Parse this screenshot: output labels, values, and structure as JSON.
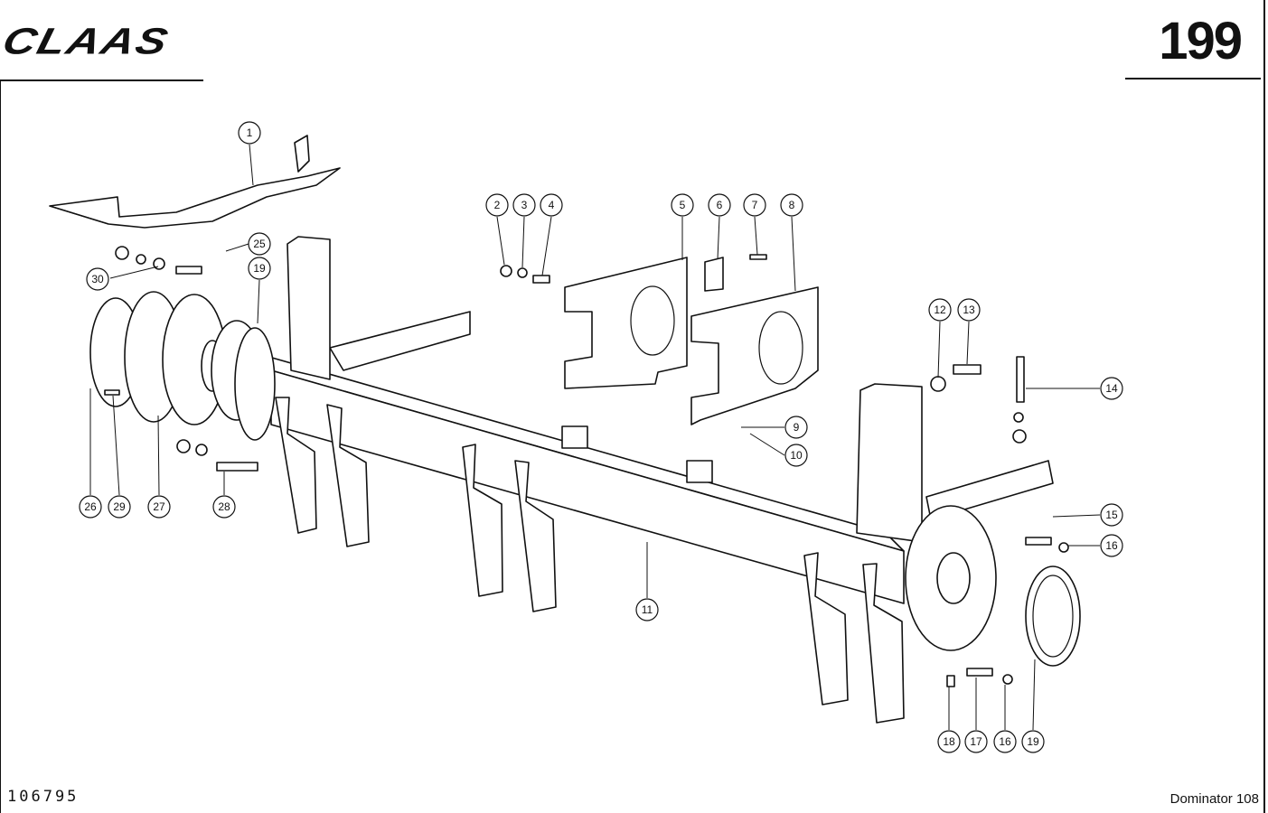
{
  "header": {
    "logo_text": "CLAAS",
    "page_number": "199"
  },
  "footer": {
    "drawing_number": "106795",
    "model": "Dominator 108"
  },
  "callouts": [
    {
      "label": "1"
    },
    {
      "label": "2"
    },
    {
      "label": "3"
    },
    {
      "label": "4"
    },
    {
      "label": "5"
    },
    {
      "label": "6"
    },
    {
      "label": "7"
    },
    {
      "label": "8"
    },
    {
      "label": "9"
    },
    {
      "label": "10"
    },
    {
      "label": "11"
    },
    {
      "label": "12"
    },
    {
      "label": "13"
    },
    {
      "label": "14"
    },
    {
      "label": "15"
    },
    {
      "label": "16"
    },
    {
      "label": "16"
    },
    {
      "label": "17"
    },
    {
      "label": "18"
    },
    {
      "label": "19"
    },
    {
      "label": "19"
    },
    {
      "label": "25"
    },
    {
      "label": "26"
    },
    {
      "label": "27"
    },
    {
      "label": "28"
    },
    {
      "label": "29"
    },
    {
      "label": "30"
    }
  ]
}
